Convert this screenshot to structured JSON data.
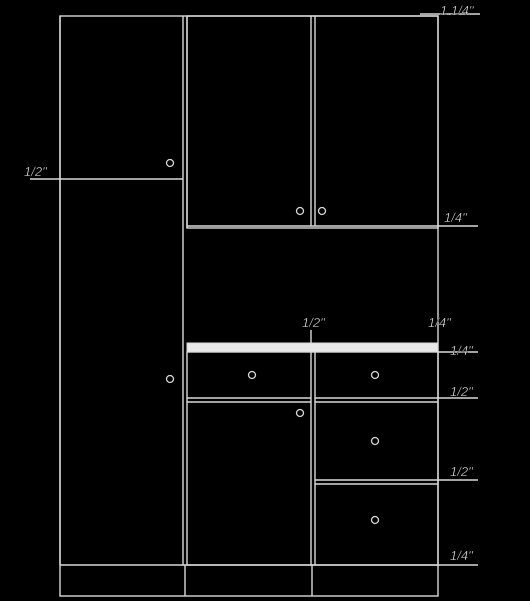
{
  "colors": {
    "background": "#000000",
    "line": "#d9d9d9",
    "countertop": "#e8e8e8"
  },
  "dimensions": {
    "top_reveal": "1 1/4\"",
    "pantry_split": "1/2\"",
    "upper_bottom": "1/4\"",
    "counter_center": "1/2\"",
    "counter_right": "1/4\"",
    "counter_thickness": "1/4\"",
    "drawer_gap_1": "1/2\"",
    "drawer_gap_2": "1/2\"",
    "toe_kick": "1/4\""
  }
}
